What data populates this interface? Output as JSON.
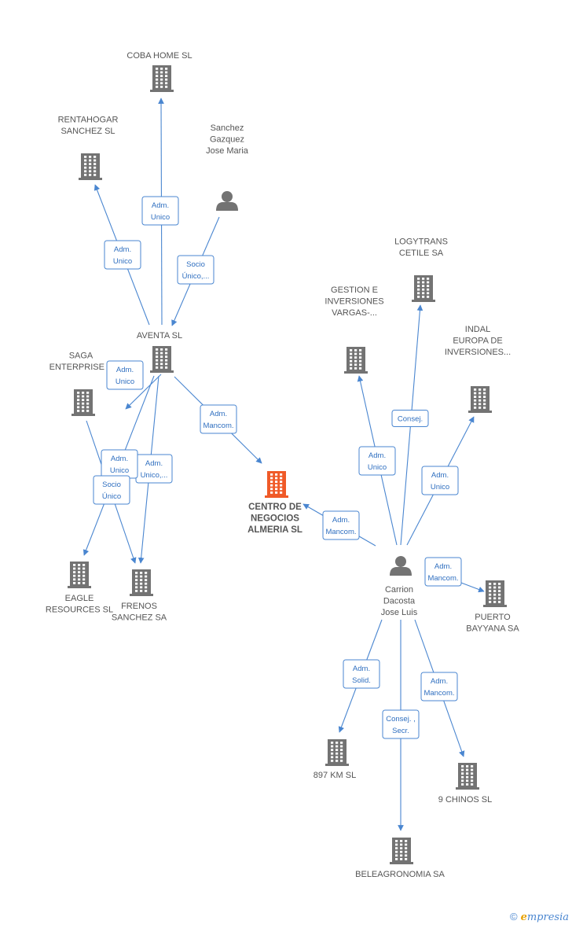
{
  "nodes": [
    {
      "id": "coba",
      "type": "company",
      "label": [
        "COBA HOME SL"
      ]
    },
    {
      "id": "rentahogar",
      "type": "company",
      "label": [
        "RENTAHOGAR",
        "SANCHEZ SL"
      ]
    },
    {
      "id": "sanchez",
      "type": "person",
      "label": [
        "Sanchez",
        "Gazquez",
        "Jose Maria"
      ]
    },
    {
      "id": "aventa",
      "type": "company",
      "label": [
        "AVENTA SL"
      ]
    },
    {
      "id": "saga",
      "type": "company",
      "label": [
        "SAGA",
        "ENTERPRISE S"
      ]
    },
    {
      "id": "eagle",
      "type": "company",
      "label": [
        "EAGLE",
        "RESOURCES  SL"
      ]
    },
    {
      "id": "frenos",
      "type": "company",
      "label": [
        "FRENOS",
        "SANCHEZ SA"
      ]
    },
    {
      "id": "centro",
      "type": "company",
      "highlight": true,
      "label": [
        "CENTRO DE",
        "NEGOCIOS",
        "ALMERIA SL"
      ]
    },
    {
      "id": "logytrans",
      "type": "company",
      "label": [
        "LOGYTRANS",
        "CETILE SA"
      ]
    },
    {
      "id": "gestion",
      "type": "company",
      "label": [
        "GESTION E",
        "INVERSIONES",
        "VARGAS-..."
      ]
    },
    {
      "id": "indal",
      "type": "company",
      "label": [
        "INDAL",
        "EUROPA DE",
        "INVERSIONES..."
      ]
    },
    {
      "id": "carrion",
      "type": "person",
      "label": [
        "Carrion",
        "Dacosta",
        "Jose Luis"
      ]
    },
    {
      "id": "puerto",
      "type": "company",
      "label": [
        "PUERTO",
        "BAYYANA SA"
      ]
    },
    {
      "id": "km897",
      "type": "company",
      "label": [
        "897 KM SL"
      ]
    },
    {
      "id": "chinos",
      "type": "company",
      "label": [
        "9 CHINOS SL"
      ]
    },
    {
      "id": "belea",
      "type": "company",
      "label": [
        "BELEAGRONOMIA SA"
      ]
    }
  ],
  "edges": [
    {
      "from": "aventa",
      "to": "coba",
      "label": [
        "Adm.",
        "Unico"
      ]
    },
    {
      "from": "aventa",
      "to": "rentahogar",
      "label": [
        "Adm.",
        "Unico"
      ]
    },
    {
      "from": "sanchez",
      "to": "aventa",
      "label": [
        "Socio",
        "Único,..."
      ]
    },
    {
      "from": "aventa",
      "to": "saga",
      "label": [
        "Adm.",
        "Unico"
      ]
    },
    {
      "from": "aventa",
      "to": "centro",
      "label": [
        "Adm.",
        "Mancom."
      ]
    },
    {
      "from": "aventa",
      "to": "frenos",
      "label": [
        "Adm.",
        "Unico,..."
      ]
    },
    {
      "from": "aventa",
      "to": "eagle",
      "label": [
        "Adm.",
        "Unico"
      ]
    },
    {
      "from": "saga",
      "to": "frenos",
      "label": [
        "Socio",
        "Único"
      ]
    },
    {
      "from": "carrion",
      "to": "centro",
      "label": [
        "Adm.",
        "Mancom."
      ]
    },
    {
      "from": "carrion",
      "to": "logytrans",
      "label": [
        "Consej."
      ]
    },
    {
      "from": "carrion",
      "to": "gestion",
      "label": [
        "Adm.",
        "Unico"
      ]
    },
    {
      "from": "carrion",
      "to": "indal",
      "label": [
        "Adm.",
        "Unico"
      ]
    },
    {
      "from": "carrion",
      "to": "puerto",
      "label": [
        "Adm.",
        "Mancom."
      ]
    },
    {
      "from": "carrion",
      "to": "km897",
      "label": [
        "Adm.",
        "Solid."
      ]
    },
    {
      "from": "carrion",
      "to": "belea",
      "label": [
        "Consej. ,",
        "Secr."
      ]
    },
    {
      "from": "carrion",
      "to": "chinos",
      "label": [
        "Adm.",
        "Mancom."
      ]
    }
  ],
  "colors": {
    "edge": "#4a86d0",
    "building": "#737373",
    "highlight": "#f05a28",
    "label": "#555555"
  },
  "footer": {
    "copyright": "©",
    "brand_initial": "e",
    "brand_rest": "mpresia"
  }
}
